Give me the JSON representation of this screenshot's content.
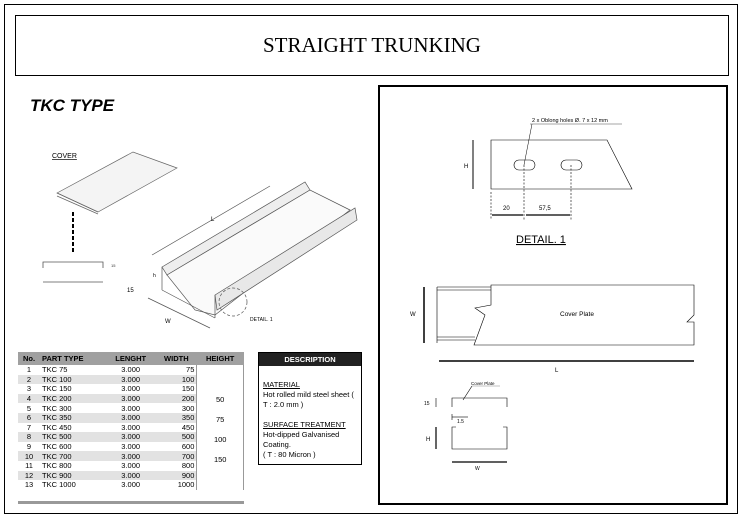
{
  "title": "STRAIGHT TRUNKING",
  "type_label": "TKC TYPE",
  "drawing": {
    "cover_label": "COVER",
    "L": "L",
    "W": "W",
    "H": "H",
    "h": "h",
    "dim_15": "15",
    "dim_15b": "15",
    "detail_callout": "DETAIL. 1"
  },
  "detail": {
    "holes_note": "2 x Oblong holes Ø. 7 x 12 mm",
    "H": "H",
    "dim_20": "20",
    "dim_57_5": "57,5",
    "label": "DETAIL. 1"
  },
  "plan": {
    "cover_plate": "Cover Plate",
    "W": "W",
    "L": "L"
  },
  "section": {
    "cover_plate": "Cover Plate",
    "dim_15": "15",
    "dim_1_5": "1.5",
    "H": "H",
    "W": "W"
  },
  "table": {
    "headers": [
      "No.",
      "PART TYPE",
      "LENGHT",
      "WIDTH",
      "HEIGHT"
    ],
    "rows": [
      [
        "1",
        "TKC 75",
        "3.000",
        "75"
      ],
      [
        "2",
        "TKC 100",
        "3.000",
        "100"
      ],
      [
        "3",
        "TKC 150",
        "3.000",
        "150"
      ],
      [
        "4",
        "TKC 200",
        "3.000",
        "200"
      ],
      [
        "5",
        "TKC 300",
        "3.000",
        "300"
      ],
      [
        "6",
        "TKC 350",
        "3.000",
        "350"
      ],
      [
        "7",
        "TKC 450",
        "3.000",
        "450"
      ],
      [
        "8",
        "TKC 500",
        "3.000",
        "500"
      ],
      [
        "9",
        "TKC 600",
        "3.000",
        "600"
      ],
      [
        "10",
        "TKC 700",
        "3.000",
        "700"
      ],
      [
        "11",
        "TKC 800",
        "3.000",
        "800"
      ],
      [
        "12",
        "TKC 900",
        "3.000",
        "900"
      ],
      [
        "13",
        "TKC 1000",
        "3.000",
        "1000"
      ]
    ],
    "heights": [
      "50",
      "75",
      "100",
      "150"
    ]
  },
  "description": {
    "header": "DESCRIPTION",
    "material_title": "MATERIAL",
    "material_text": "Hot rolled mild steel sheet ( T : 2.0 mm )",
    "surface_title": "SURFACE TREATMENT",
    "surface_text": "Hot-dipped Galvanised Coating.",
    "surface_thickness": "( T : 80 Micron )"
  }
}
